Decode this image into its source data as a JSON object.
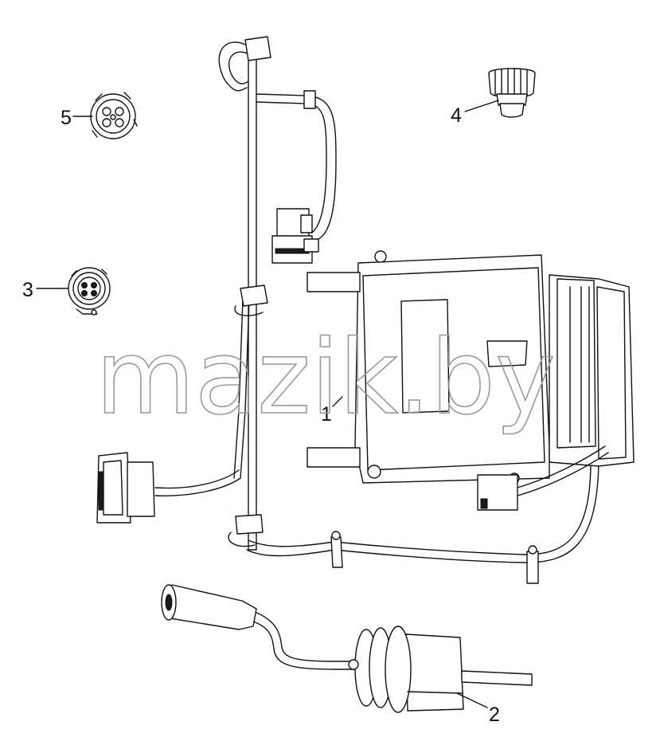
{
  "watermark": {
    "text": "mazik.by",
    "stroke_color": "#9a9a9a"
  },
  "callouts": [
    {
      "id": "1",
      "label": "1",
      "part": "control unit with wiring harness"
    },
    {
      "id": "2",
      "label": "2",
      "part": "sensor with cable"
    },
    {
      "id": "3",
      "label": "3",
      "part": "round connector"
    },
    {
      "id": "4",
      "label": "4",
      "part": "connector cap"
    },
    {
      "id": "5",
      "label": "5",
      "part": "round connector"
    }
  ],
  "colors": {
    "line": "#111111",
    "background": "#ffffff"
  }
}
